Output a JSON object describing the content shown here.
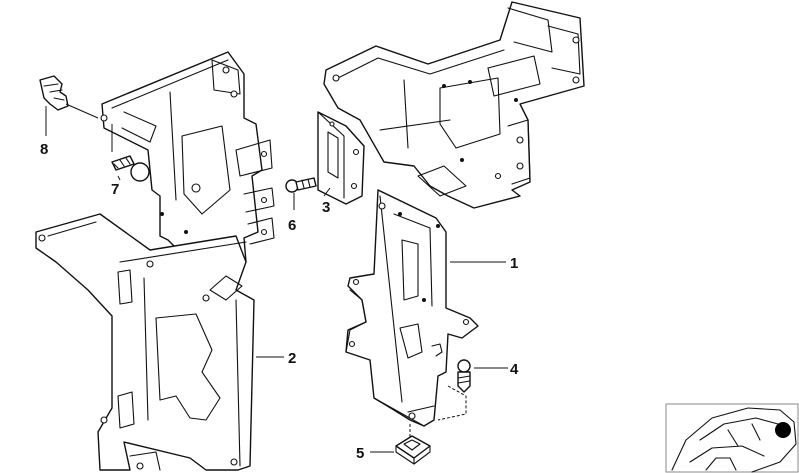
{
  "callouts": {
    "c1": "1",
    "c2": "2",
    "c3": "3",
    "c4": "4",
    "c5": "5",
    "c6": "6",
    "c7": "7",
    "c8": "8"
  },
  "colors": {
    "line": "#111111",
    "background": "#ffffff",
    "inset_marker": "#000000"
  },
  "icons": {
    "inset": "car-location-icon"
  }
}
